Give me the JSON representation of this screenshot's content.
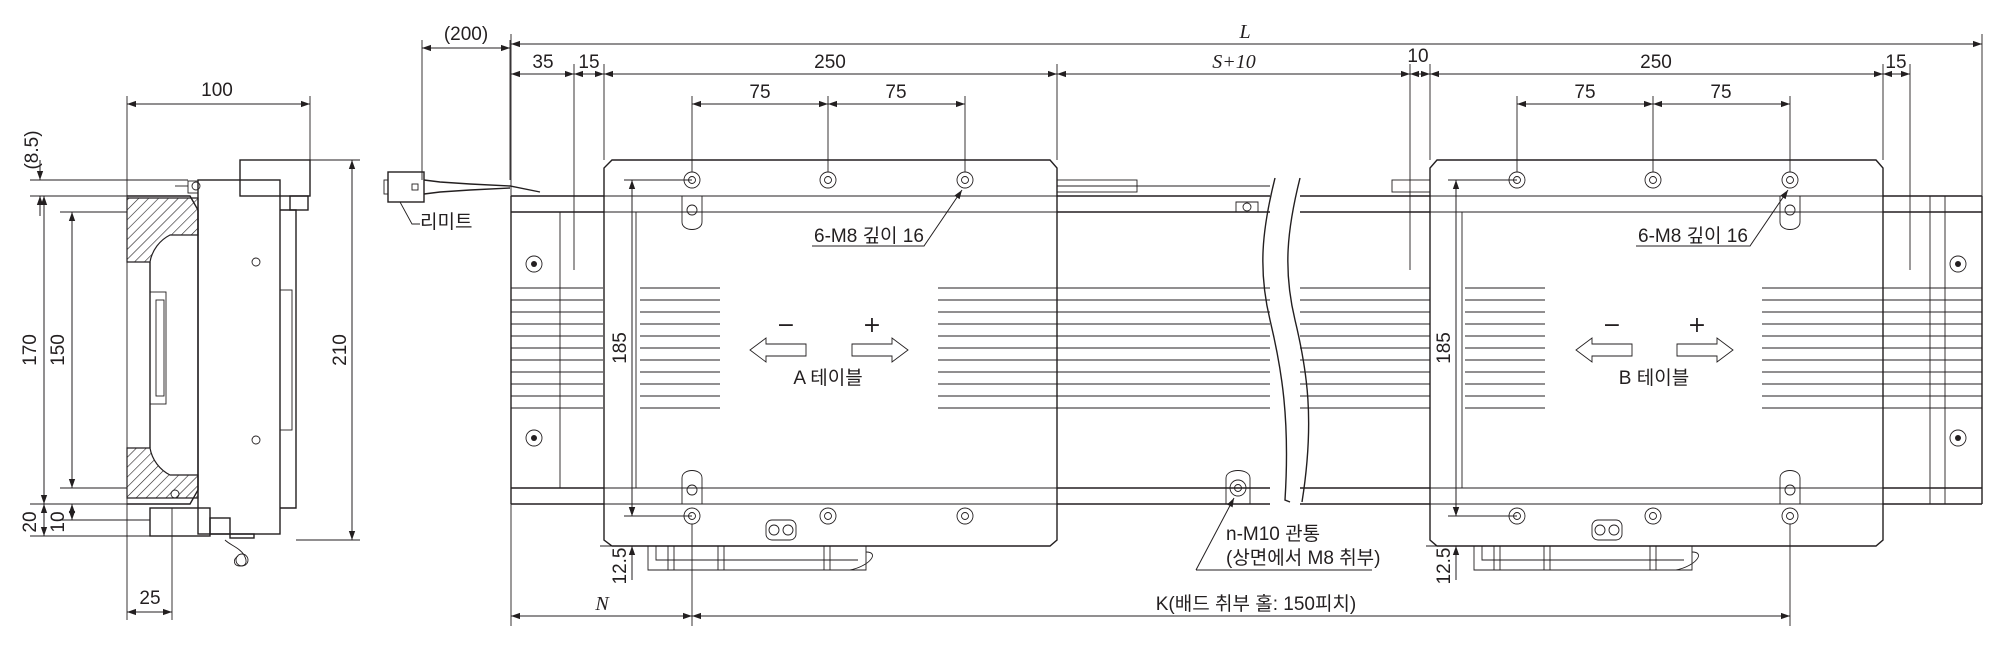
{
  "side_view": {
    "dim_width": "100",
    "dim_top_offset": "(8.5)",
    "dim_170": "170",
    "dim_150": "150",
    "dim_height": "210",
    "dim_20": "20",
    "dim_10": "10",
    "dim_25": "25"
  },
  "cable": {
    "length": "(200)",
    "limit_label": "리미트"
  },
  "top_view": {
    "overall": "L",
    "d35": "35",
    "d15_left": "15",
    "d250_a": "250",
    "stroke_label": "S+10",
    "d10": "10",
    "d250_b": "250",
    "d15_right": "15",
    "d75_a1": "75",
    "d75_a2": "75",
    "d75_b1": "75",
    "d75_b2": "75",
    "d185_a": "185",
    "d185_b": "185",
    "d12_5_a": "12.5",
    "d12_5_b": "12.5",
    "hole_note_a": "6-M8 깊이 16",
    "hole_note_b": "6-M8 깊이 16",
    "minus_a": "−",
    "plus_a": "+",
    "minus_b": "−",
    "plus_b": "+",
    "table_a": "A 테이블",
    "table_b": "B 테이블",
    "through_note_1": "n-M10 관통",
    "through_note_2": "(상면에서 M8 취부)",
    "dim_n": "N",
    "dim_k": "K(배드 취부 홀: 150피치)"
  }
}
